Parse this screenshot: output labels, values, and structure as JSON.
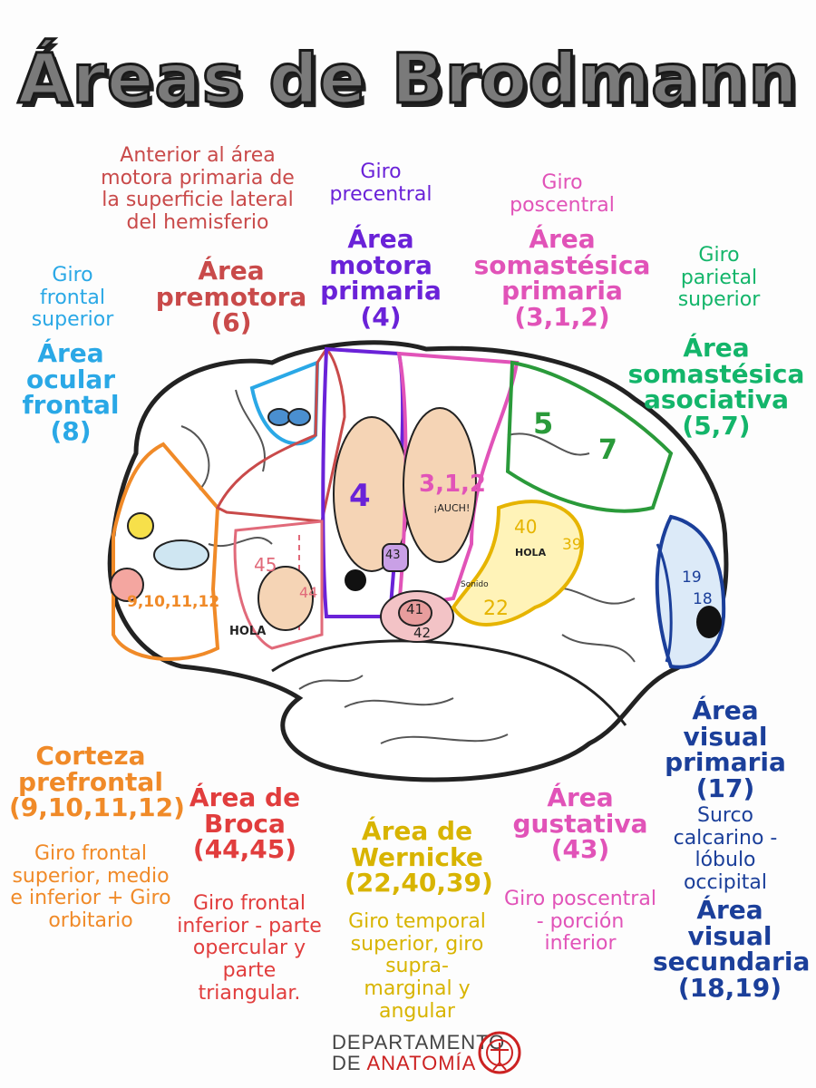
{
  "title": "Áreas de Brodmann",
  "areas": {
    "premotora": {
      "desc": "Anterior al área motora primaria de la superficie lateral del hemisferio",
      "name": "Área premotora (6)"
    },
    "motora": {
      "desc": "Giro precentral",
      "name": "Área motora primaria (4)"
    },
    "somestesica": {
      "desc": "Giro poscentral",
      "name": "Área somastésica primaria (3,1,2)"
    },
    "ocular": {
      "desc": "Giro frontal superior",
      "name": "Área ocular frontal (8)"
    },
    "asociativa": {
      "desc": "Giro parietal superior",
      "name": "Área somastésica asociativa (5,7)"
    },
    "prefrontal": {
      "name": "Corteza prefrontal (9,10,11,12)",
      "desc": "Giro frontal superior, medio e inferior + Giro orbitario"
    },
    "broca": {
      "name": "Área de Broca (44,45)",
      "desc": "Giro frontal inferior - parte opercular y parte triangular."
    },
    "wernicke": {
      "name": "Área de Wernicke (22,40,39)",
      "desc": "Giro temporal superior, giro supra-marginal y angular"
    },
    "gustativa": {
      "name": "Área gustativa (43)",
      "desc": "Giro poscentral - porción inferior"
    },
    "visual1": {
      "name": "Área visual primaria (17)",
      "desc": "Surco calcarino - lóbulo occipital"
    },
    "visual2": {
      "name": "Área visual secundaria (18,19)"
    }
  },
  "brain_labels": {
    "n4": "4",
    "n312": "3,1,2",
    "auch": "¡AUCH!",
    "n5": "5",
    "n7": "7",
    "n9": "9,10,11,12",
    "n45": "45",
    "n44": "44",
    "hola1": "HOLA",
    "n43": "43",
    "n41": "41",
    "n42": "42",
    "n40": "40",
    "n39": "39",
    "n22": "22",
    "hola2": "HOLA",
    "sonido": "Sonido",
    "n19": "19",
    "n18": "18"
  },
  "footer": {
    "line1": "DEPARTAMENTO",
    "line2a": "DE ",
    "line2b": "ANATOMÍA"
  },
  "colors": {
    "premotora": "#c94a4a",
    "motora": "#6a22d8",
    "somestesica": "#e153b8",
    "ocular": "#2aa8e6",
    "asociativa": "#13b56a",
    "prefrontal": "#f08a28",
    "broca": "#e13d3d",
    "wernicke": "#d8b400",
    "visual": "#1b3f9a"
  }
}
